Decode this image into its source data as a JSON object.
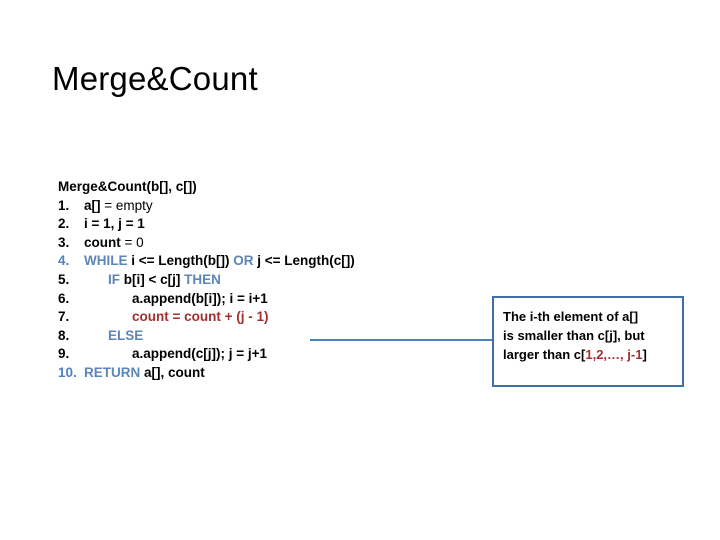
{
  "slide": {
    "title": "Merge&Count",
    "colors": {
      "keyword_blue": "#5B86B7",
      "line_number_blue": "#4F81BD",
      "accent_red": "#A32F2F",
      "box_border_blue": "#3F6FA4",
      "text_black": "#000000",
      "background": "#FFFFFF"
    }
  },
  "code": {
    "signature": "Merge&Count(b[], c[])",
    "lines": [
      {
        "num": "1.",
        "indent": 0,
        "tokens": [
          {
            "t": "a[]",
            "s": "bold"
          },
          {
            "t": " = empty",
            "s": "plain"
          }
        ]
      },
      {
        "num": "2.",
        "indent": 0,
        "tokens": [
          {
            "t": "i = 1, j = 1",
            "s": "bold"
          }
        ]
      },
      {
        "num": "3.",
        "indent": 0,
        "tokens": [
          {
            "t": "count",
            "s": "bold"
          },
          {
            "t": " = 0",
            "s": "plain"
          }
        ]
      },
      {
        "num": "4.",
        "indent": 0,
        "num_style": "blue",
        "tokens": [
          {
            "t": "WHILE",
            "s": "kw"
          },
          {
            "t": " i <= Length(b[]) ",
            "s": "bold"
          },
          {
            "t": "OR",
            "s": "kw"
          },
          {
            "t": " j <= Length(c[])",
            "s": "bold"
          }
        ]
      },
      {
        "num": "5.",
        "indent": 1,
        "tokens": [
          {
            "t": "IF",
            "s": "kw"
          },
          {
            "t": " b[i] < c[j] ",
            "s": "bold"
          },
          {
            "t": "THEN",
            "s": "kw"
          }
        ]
      },
      {
        "num": "6.",
        "indent": 2,
        "tokens": [
          {
            "t": "a.append(b[i]); i = i+1",
            "s": "bold"
          }
        ]
      },
      {
        "num": "7.",
        "indent": 2,
        "tokens": [
          {
            "t": "count = count + (j - 1)",
            "s": "red"
          }
        ]
      },
      {
        "num": "8.",
        "indent": 1,
        "tokens": [
          {
            "t": "ELSE",
            "s": "kw"
          }
        ]
      },
      {
        "num": "9.",
        "indent": 2,
        "tokens": [
          {
            "t": "a.append(c[j]); j = j+1",
            "s": "bold"
          }
        ]
      },
      {
        "num": "10.",
        "indent": 0,
        "num_style": "blue",
        "tokens": [
          {
            "t": "RETURN",
            "s": "kw"
          },
          {
            "t": " a[], count",
            "s": "bold"
          }
        ]
      }
    ]
  },
  "callout": {
    "lines": [
      [
        {
          "t": "The i-th element of a[]",
          "s": "bold"
        }
      ],
      [
        {
          "t": "is smaller than c[j], but",
          "s": "bold"
        }
      ],
      [
        {
          "t": "larger than c[",
          "s": "bold"
        },
        {
          "t": "1,2,…, j-1",
          "s": "red"
        },
        {
          "t": "]",
          "s": "bold"
        }
      ]
    ]
  },
  "connector": {
    "label": "callout-leader-line"
  }
}
